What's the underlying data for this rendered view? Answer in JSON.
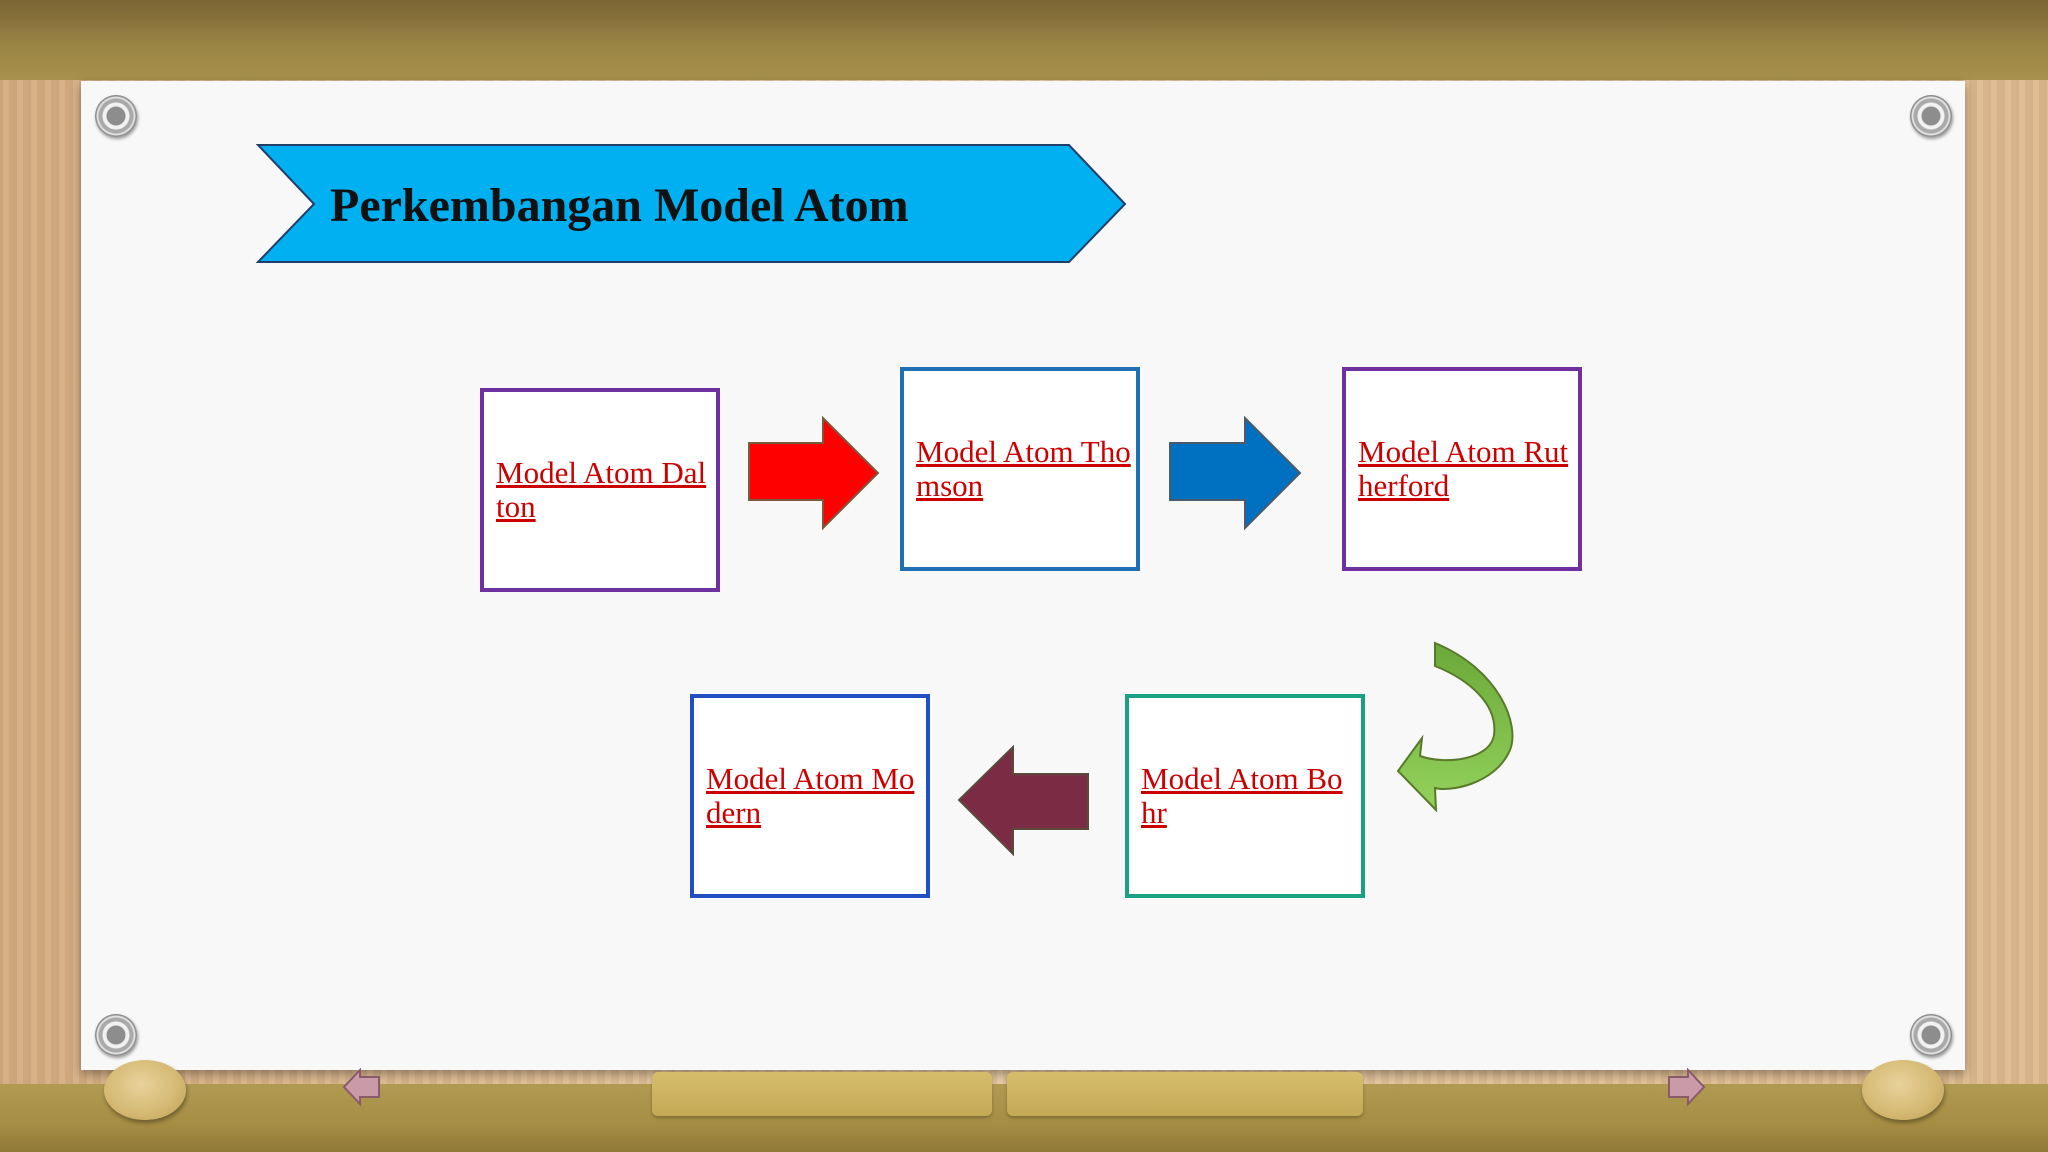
{
  "slide": {
    "title": "Perkembangan Model Atom"
  },
  "boxes": [
    {
      "id": "dalton",
      "label": "Model Atom Dalton",
      "border": "#7030a0"
    },
    {
      "id": "thomson",
      "label": "Model Atom Thomson",
      "border": "#1f6fb5"
    },
    {
      "id": "rutherford",
      "label": "Model Atom Rutherford",
      "border": "#7030a0"
    },
    {
      "id": "bohr",
      "label": "Model Atom Bohr",
      "border": "#1aa083"
    },
    {
      "id": "modern",
      "label": "Model Atom Modern",
      "border": "#1f4fc0"
    }
  ],
  "arrows": [
    {
      "id": "dalton-to-thomson",
      "direction": "right",
      "color": "#ff0000"
    },
    {
      "id": "thomson-to-rutherford",
      "direction": "right",
      "color": "#0070c0"
    },
    {
      "id": "rutherford-to-bohr",
      "direction": "curved-down",
      "color": "#7ec04a"
    },
    {
      "id": "bohr-to-modern",
      "direction": "left",
      "color": "#7b2c44"
    }
  ],
  "colors": {
    "banner_fill": "#00b0f0",
    "link_text": "#cc0000",
    "nav_arrow": "#c99aa8"
  },
  "nav": {
    "prev_icon": "left-arrow-icon",
    "next_icon": "right-arrow-icon"
  }
}
